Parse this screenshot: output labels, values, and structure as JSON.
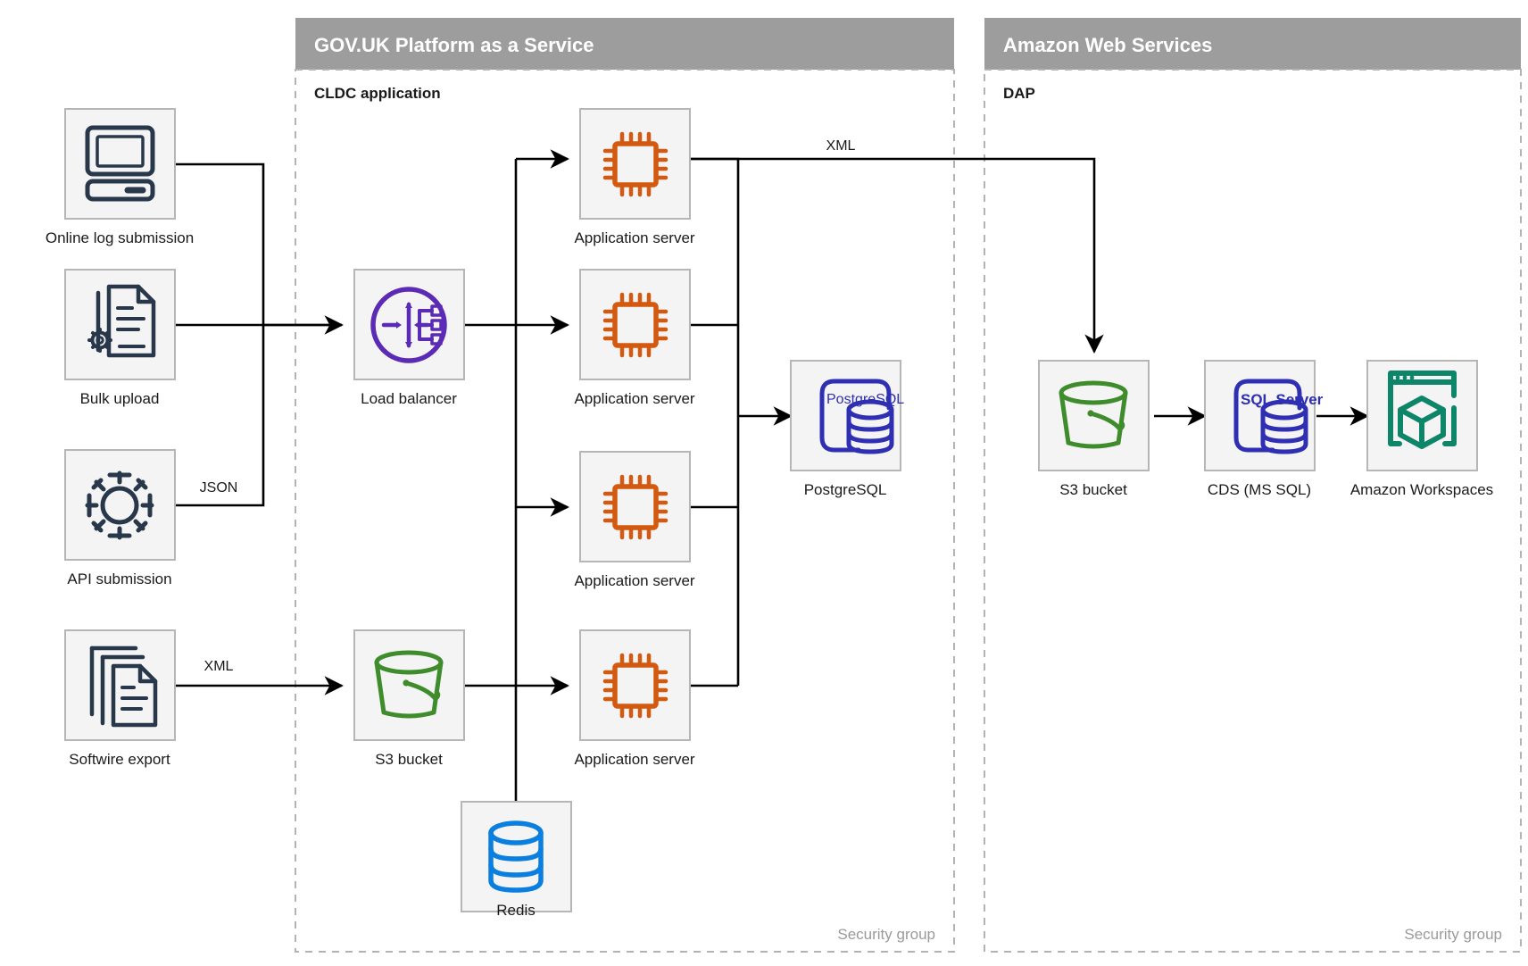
{
  "groups": [
    {
      "id": "paas",
      "title": "GOV.UK Platform as a Service",
      "subtitle": "CLDC application",
      "security_label": "Security group"
    },
    {
      "id": "aws",
      "title": "Amazon Web Services",
      "subtitle": "DAP",
      "security_label": "Security group"
    }
  ],
  "nodes": {
    "online_log": {
      "label": "Online log submission",
      "icon": "desktop-computer-icon"
    },
    "bulk_upload": {
      "label": "Bulk upload",
      "icon": "document-gear-icon"
    },
    "api_submission": {
      "label": "API submission",
      "icon": "gear-icon"
    },
    "softwire_export": {
      "label": "Softwire export",
      "icon": "document-stack-icon"
    },
    "load_balancer": {
      "label": "Load balancer",
      "icon": "load-balancer-icon"
    },
    "app_server_1": {
      "label": "Application server",
      "icon": "cpu-chip-icon"
    },
    "app_server_2": {
      "label": "Application server",
      "icon": "cpu-chip-icon"
    },
    "app_server_3": {
      "label": "Application server",
      "icon": "cpu-chip-icon"
    },
    "app_server_4": {
      "label": "Application server",
      "icon": "cpu-chip-icon"
    },
    "postgresql": {
      "label": "PostgreSQL",
      "icon": "postgresql-icon",
      "badge": "PostgreSQL"
    },
    "s3_paas": {
      "label": "S3 bucket",
      "icon": "s3-bucket-icon"
    },
    "redis": {
      "label": "Redis",
      "icon": "redis-database-icon"
    },
    "s3_aws": {
      "label": "S3 bucket",
      "icon": "s3-bucket-icon"
    },
    "cds": {
      "label": "CDS (MS SQL)",
      "icon": "sql-server-icon",
      "badge": "SQL Server"
    },
    "workspaces": {
      "label": "Amazon Workspaces",
      "icon": "amazon-workspaces-icon"
    }
  },
  "edge_labels": {
    "api_json": "JSON",
    "softwire_xml": "XML",
    "appserver_xml": "XML"
  },
  "colors": {
    "group_header": "#9d9d9d",
    "tile_fill": "#f4f4f4",
    "tile_stroke": "#b6b6b6",
    "navy": "#28384a",
    "purple": "#5b2bb5",
    "orange": "#d2590f",
    "green": "#3e8c2c",
    "blue": "#0a7fe0",
    "dark_blue": "#2f2fb3",
    "teal": "#0d8569",
    "flow_line": "#000000"
  }
}
